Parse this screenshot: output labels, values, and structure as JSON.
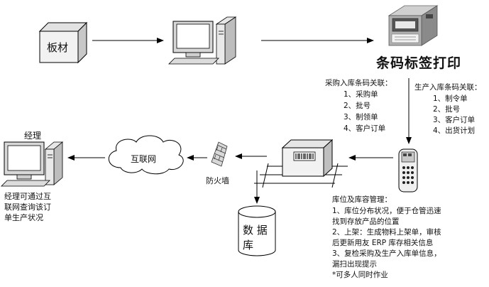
{
  "nodes": {
    "board": "板材",
    "printer_title": "条码标签打印",
    "cloud": "互联网",
    "firewall": "防火墙",
    "manager": "经理",
    "database_line1": "数 据",
    "database_line2": "库"
  },
  "purchase_block": {
    "title": "采购入库条码关联：",
    "items": [
      "1、采购单",
      "2、批号",
      "3、制领单",
      "4、客户订单"
    ]
  },
  "production_block": {
    "title": "生产入库条码关联：",
    "items": [
      "1、制令单",
      "2、批号",
      "3、客户订单",
      "4、出货计划"
    ]
  },
  "manager_note": [
    "经理可通过互",
    "联网查询该订",
    "单生产状况"
  ],
  "warehouse_block": {
    "title": "库位及库容管理：",
    "lines": [
      "1、库位分布状况，便于仓管迅速",
      "找到存放产品的位置",
      "2、上架：生成物料上架单，审核",
      "后更新用友 ERP 库存相关信息",
      "3、复检采购及生产入库单信息，",
      "漏扫出现提示",
      "*可多人同时作业"
    ]
  }
}
